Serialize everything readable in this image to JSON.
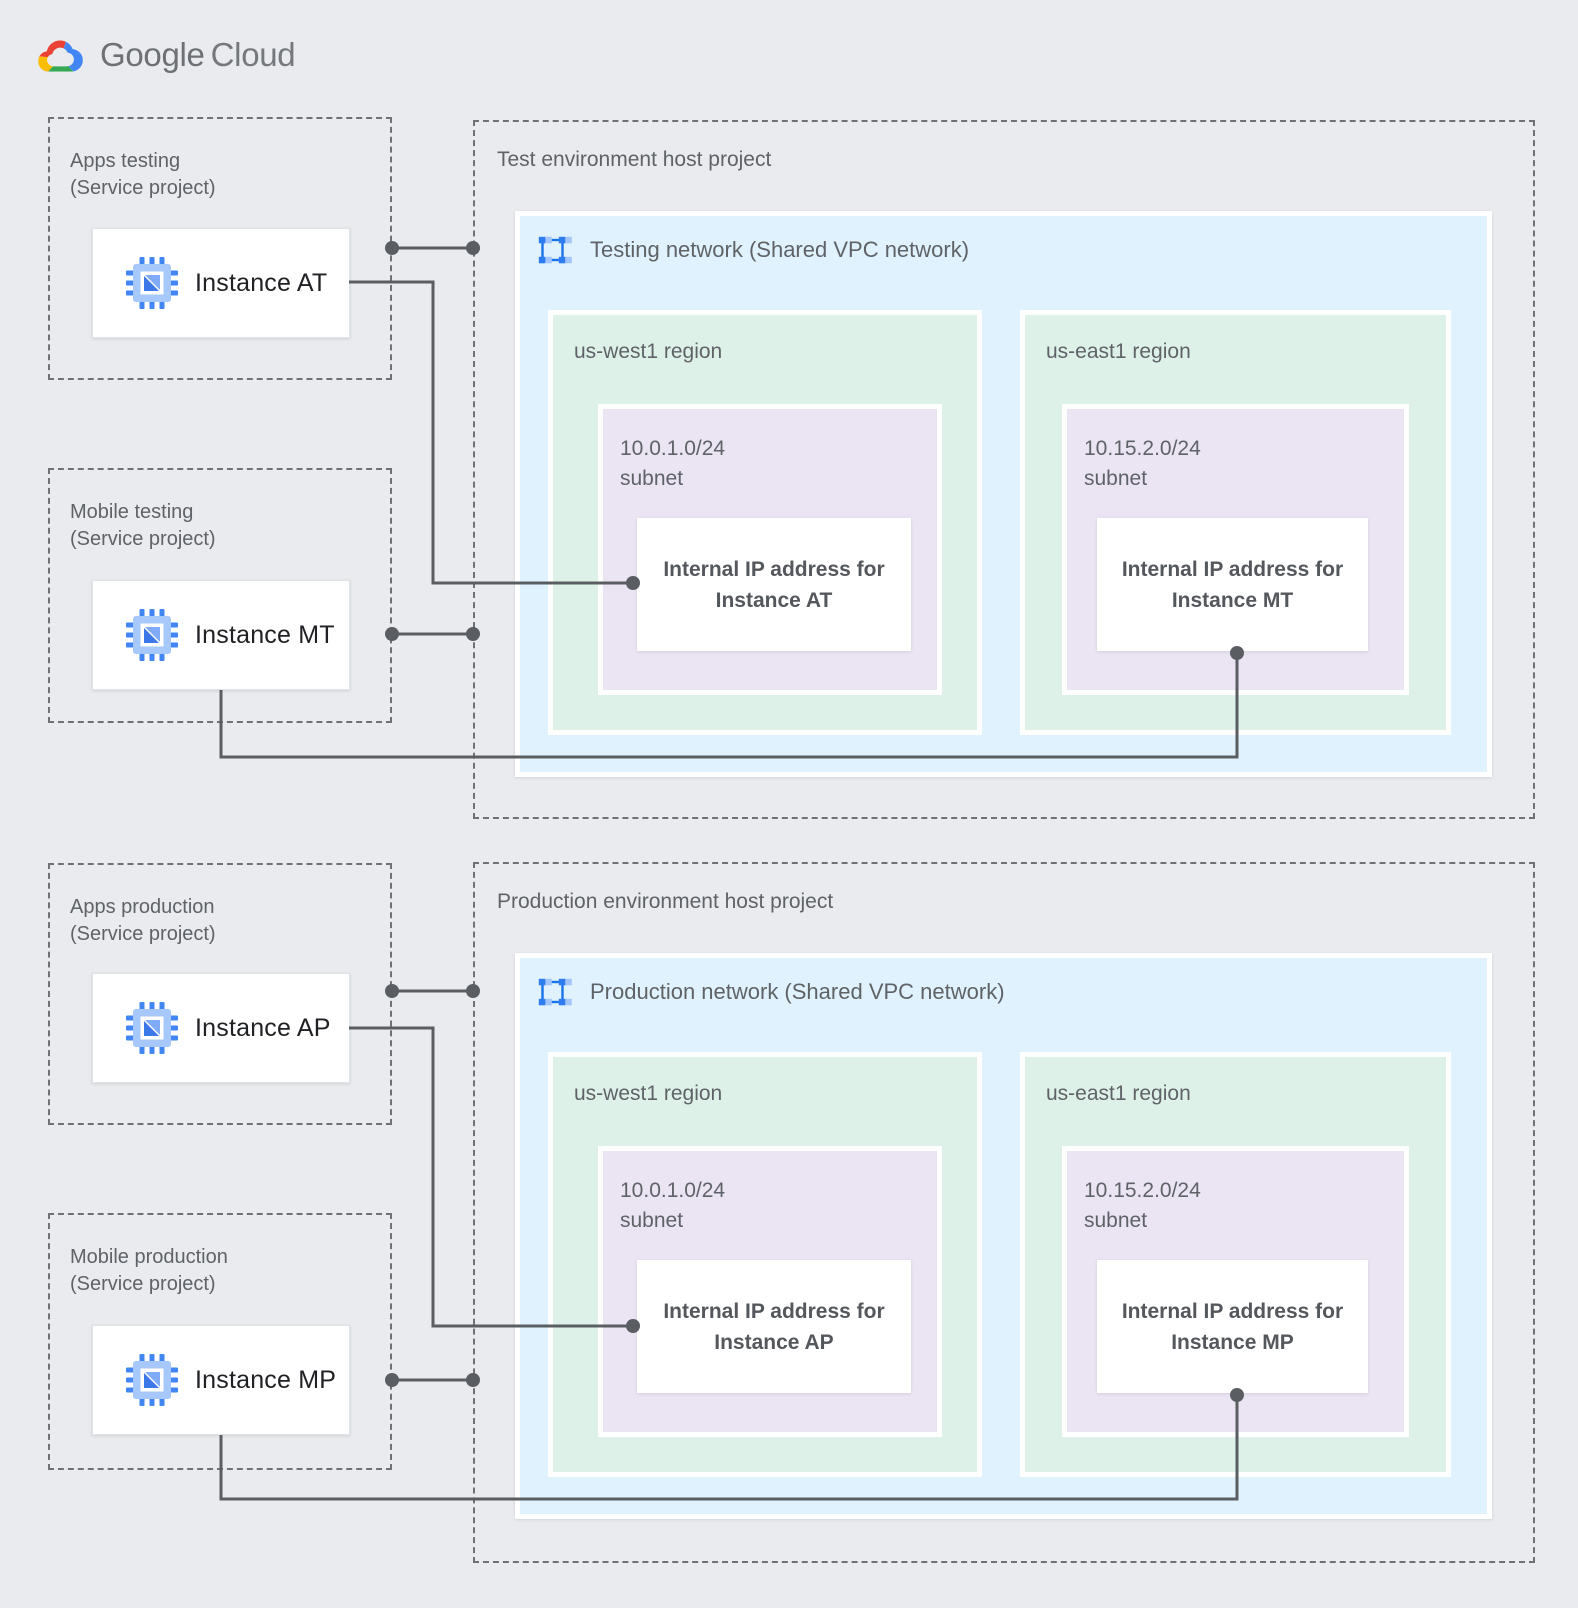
{
  "logo": {
    "word1": "Google",
    "word2": "Cloud"
  },
  "icons": {
    "logo": "google-cloud-logo",
    "instance": "compute-chip-icon",
    "network": "vpc-network-icon"
  },
  "test": {
    "sp1": {
      "l1": "Apps testing",
      "l2": "(Service project)",
      "instance": "Instance AT"
    },
    "sp2": {
      "l1": "Mobile testing",
      "l2": "(Service project)",
      "instance": "Instance MT"
    },
    "host_title": "Test environment host project",
    "network_label": "Testing network (Shared VPC network)",
    "west": {
      "region": "us-west1 region",
      "cidr": "10.0.1.0/24",
      "subnet_word": "subnet",
      "ip1": "Internal IP address for",
      "ip2": "Instance AT"
    },
    "east": {
      "region": "us-east1 region",
      "cidr": "10.15.2.0/24",
      "subnet_word": "subnet",
      "ip1": "Internal IP address for",
      "ip2": "Instance MT"
    }
  },
  "prod": {
    "sp1": {
      "l1": "Apps production",
      "l2": "(Service project)",
      "instance": "Instance AP"
    },
    "sp2": {
      "l1": "Mobile production",
      "l2": "(Service project)",
      "instance": "Instance MP"
    },
    "host_title": "Production environment host project",
    "network_label": "Production network (Shared VPC network)",
    "west": {
      "region": "us-west1 region",
      "cidr": "10.0.1.0/24",
      "subnet_word": "subnet",
      "ip1": "Internal IP address for",
      "ip2": "Instance AP"
    },
    "east": {
      "region": "us-east1 region",
      "cidr": "10.15.2.0/24",
      "subnet_word": "subnet",
      "ip1": "Internal IP address for",
      "ip2": "Instance MP"
    }
  },
  "colors": {
    "page_bg": "#E9EBEE",
    "network_bg": "#E0F2FD",
    "region_bg": "#DEF1E8",
    "subnet_bg": "#EAE4F3",
    "card_bg": "#FFFFFF",
    "dashed_border": "#6E7276",
    "connector": "#5A5E62",
    "label_gray": "#5F6368",
    "instance_text": "#202124",
    "google_blue": "#4285F4",
    "google_red": "#EA4335",
    "google_yellow": "#FBBC04",
    "google_green": "#34A853"
  }
}
